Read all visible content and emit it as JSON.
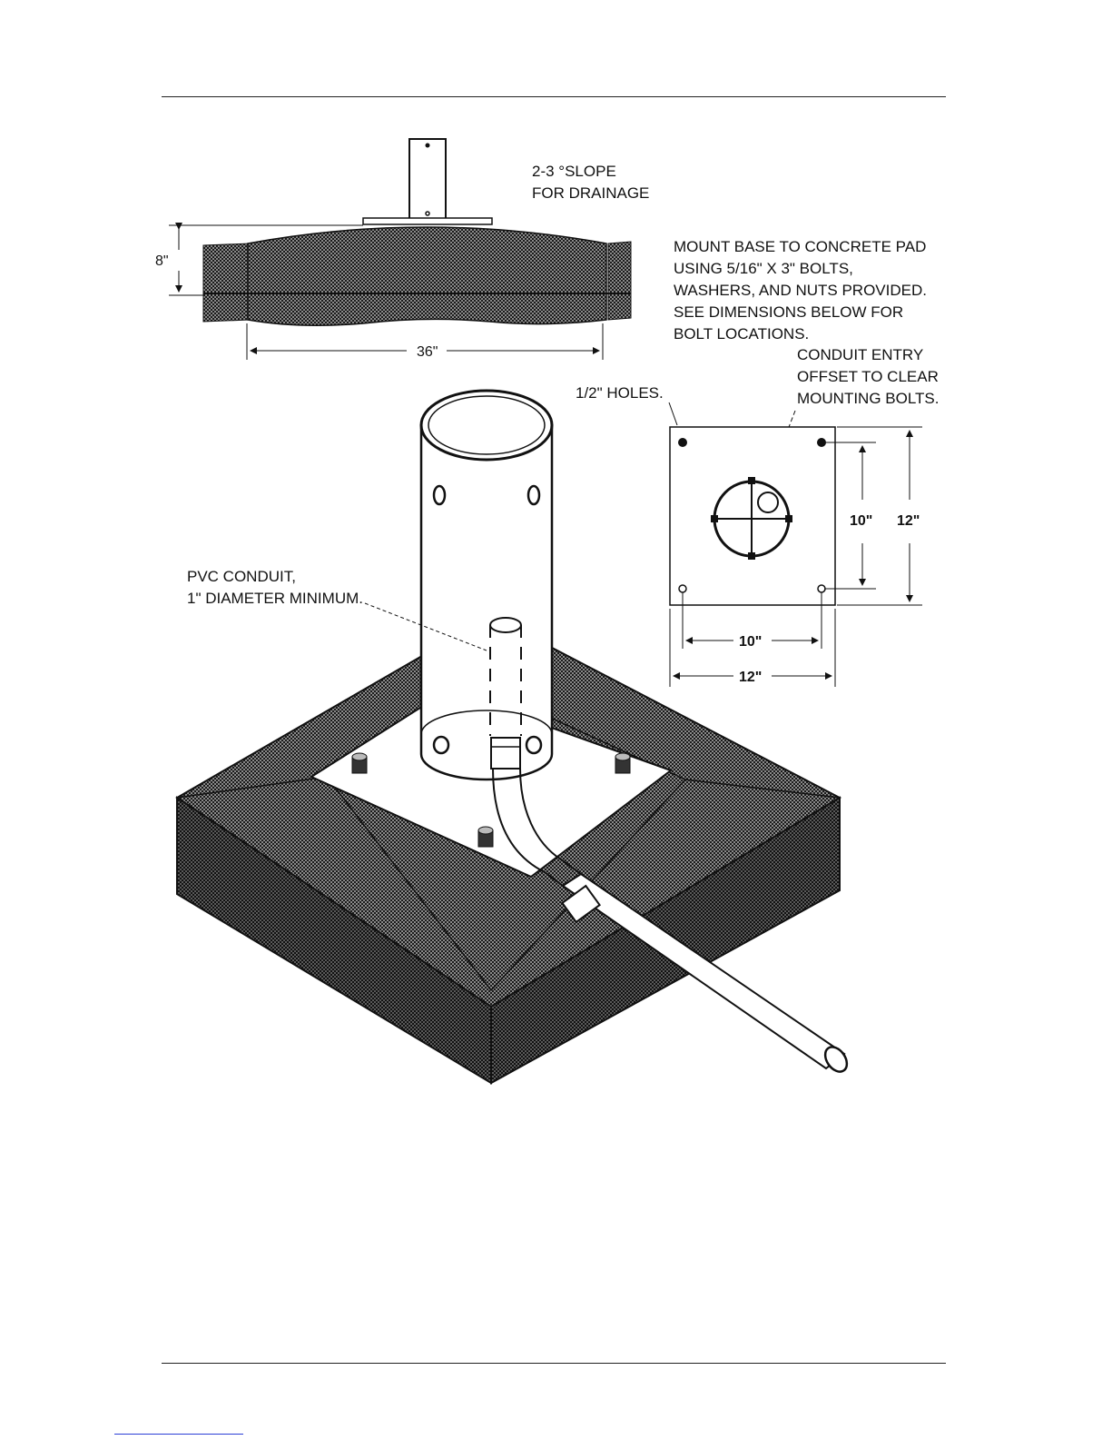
{
  "diagram": {
    "side_view": {
      "slope_text": "2-3 °SLOPE",
      "drainage_text": "FOR DRAINAGE",
      "depth_label": "8\"",
      "width_label": "36\""
    },
    "instructions": {
      "lines": [
        "MOUNT BASE TO CONCRETE PAD",
        "USING 5/16\" X 3\" BOLTS,",
        "WASHERS, AND NUTS PROVIDED.",
        "SEE DIMENSIONS BELOW FOR",
        "BOLT LOCATIONS."
      ]
    },
    "base_plate": {
      "holes_label": "1/2\" HOLES.",
      "conduit_note": [
        "CONDUIT ENTRY",
        "OFFSET TO CLEAR",
        "MOUNTING BOLTS."
      ],
      "bolt_spacing_v": "10\"",
      "plate_size_v": "12\"",
      "bolt_spacing_h": "10\"",
      "plate_size_h": "12\""
    },
    "conduit": {
      "lines": [
        "PVC CONDUIT,",
        "1\" DIAMETER MINIMUM."
      ]
    }
  }
}
